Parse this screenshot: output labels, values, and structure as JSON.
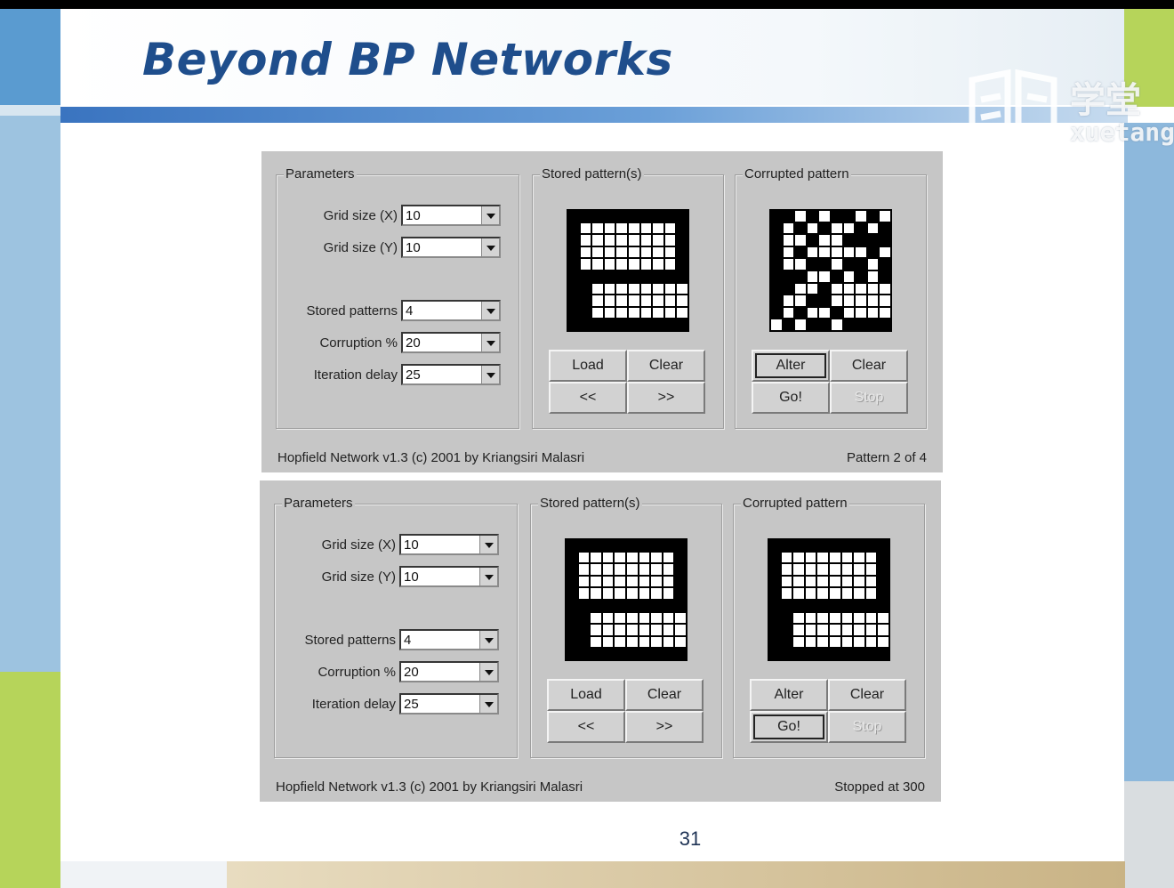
{
  "slide": {
    "title": "Beyond BP Networks",
    "page_number": "31",
    "logo_cn": "学堂",
    "logo_en": "xuetang"
  },
  "applets": [
    {
      "parameters": {
        "group_label": "Parameters",
        "grid_x_label": "Grid size (X)",
        "grid_x_value": "10",
        "grid_y_label": "Grid size (Y)",
        "grid_y_value": "10",
        "stored_patterns_label": "Stored patterns",
        "stored_patterns_value": "4",
        "corruption_label": "Corruption %",
        "corruption_value": "20",
        "delay_label": "Iteration delay",
        "delay_value": "25"
      },
      "stored": {
        "group_label": "Stored pattern(s)",
        "load": "Load",
        "clear": "Clear",
        "prev": "<<",
        "next": ">>",
        "grid": [
          "0000000000",
          "0111111110",
          "0111111110",
          "0111111110",
          "0111111110",
          "0000000000",
          "0011111111",
          "0011111111",
          "0011111111",
          "0000000000"
        ]
      },
      "corrupted": {
        "group_label": "Corrupted pattern",
        "alter": "Alter",
        "clear": "Clear",
        "go": "Go!",
        "stop": "Stop",
        "grid": [
          "0010100101",
          "0101011010",
          "0110110000",
          "0101111101",
          "0110010010",
          "0001101010",
          "0011011111",
          "0110011111",
          "0101101111",
          "1010010000"
        ]
      },
      "footer": {
        "credit": "Hopfield Network v1.3 (c) 2001 by Kriangsiri Malasri",
        "status": "Pattern 2 of 4"
      }
    },
    {
      "parameters": {
        "group_label": "Parameters",
        "grid_x_label": "Grid size (X)",
        "grid_x_value": "10",
        "grid_y_label": "Grid size (Y)",
        "grid_y_value": "10",
        "stored_patterns_label": "Stored patterns",
        "stored_patterns_value": "4",
        "corruption_label": "Corruption %",
        "corruption_value": "20",
        "delay_label": "Iteration delay",
        "delay_value": "25"
      },
      "stored": {
        "group_label": "Stored pattern(s)",
        "load": "Load",
        "clear": "Clear",
        "prev": "<<",
        "next": ">>",
        "grid": [
          "0000000000",
          "0111111110",
          "0111111110",
          "0111111110",
          "0111111110",
          "0000000000",
          "0011111111",
          "0011111111",
          "0011111111",
          "0000000000"
        ]
      },
      "corrupted": {
        "group_label": "Corrupted pattern",
        "alter": "Alter",
        "clear": "Clear",
        "go": "Go!",
        "stop": "Stop",
        "grid": [
          "0000000000",
          "0111111110",
          "0111111110",
          "0111111110",
          "0111111110",
          "0000000000",
          "0011111111",
          "0011111111",
          "0011111111",
          "0000000000"
        ]
      },
      "footer": {
        "credit": "Hopfield Network v1.3 (c) 2001 by Kriangsiri Malasri",
        "status": "Stopped at 300"
      }
    }
  ]
}
